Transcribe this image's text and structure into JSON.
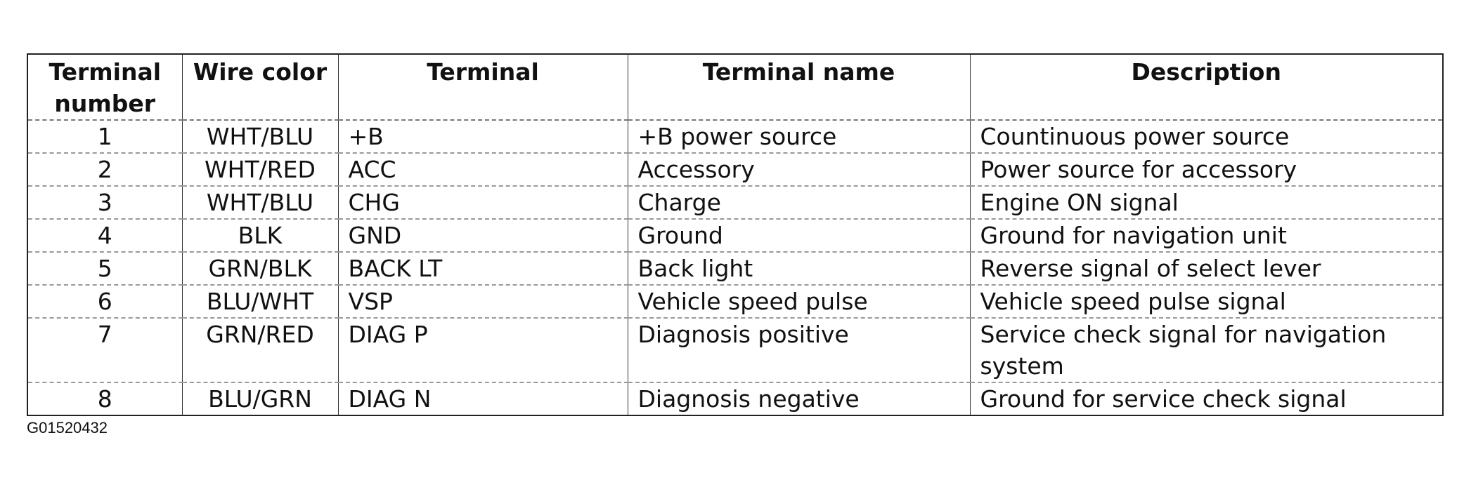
{
  "table": {
    "headers": [
      "Terminal number",
      "Wire color",
      "Terminal",
      "Terminal name",
      "Description"
    ],
    "rows": [
      [
        "1",
        "WHT/BLU",
        "+B",
        "+B power source",
        "Countinuous power source"
      ],
      [
        "2",
        "WHT/RED",
        "ACC",
        "Accessory",
        "Power source for accessory"
      ],
      [
        "3",
        "WHT/BLU",
        "CHG",
        "Charge",
        "Engine ON signal"
      ],
      [
        "4",
        "BLK",
        "GND",
        "Ground",
        "Ground for navigation unit"
      ],
      [
        "5",
        "GRN/BLK",
        "BACK LT",
        "Back light",
        "Reverse signal of select lever"
      ],
      [
        "6",
        "BLU/WHT",
        "VSP",
        "Vehicle speed pulse",
        "Vehicle speed pulse signal"
      ],
      [
        "7",
        "GRN/RED",
        "DIAG P",
        "Diagnosis positive",
        "Service check signal for navigation system"
      ],
      [
        "8",
        "BLU/GRN",
        "DIAG N",
        "Diagnosis negative",
        "Ground for service check signal"
      ]
    ]
  },
  "figure_id": "G01520432"
}
